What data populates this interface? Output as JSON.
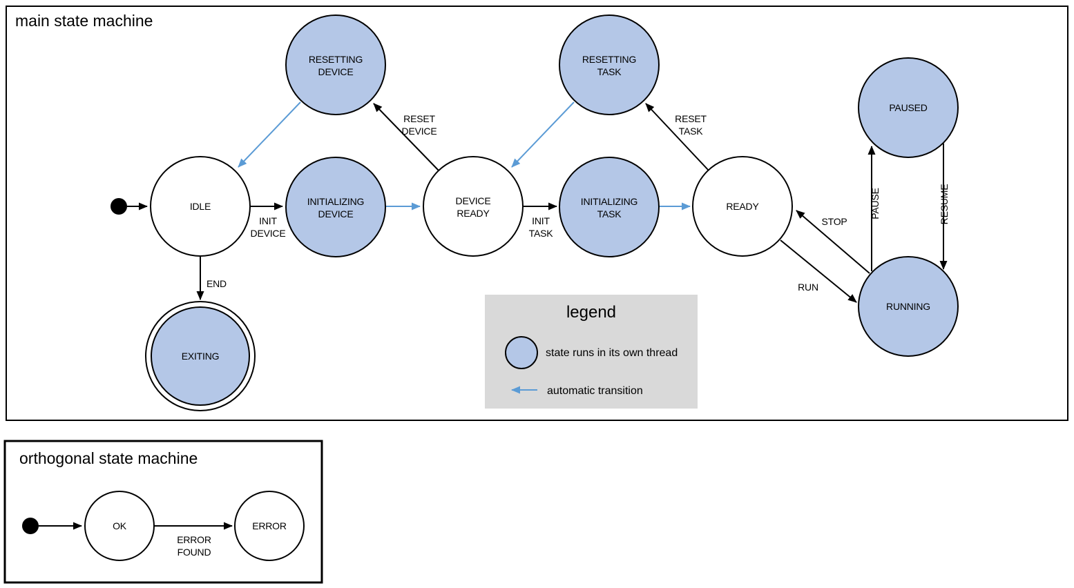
{
  "colors": {
    "threaded_state_fill": "#b4c7e7",
    "automatic_transition": "#5b9bd5",
    "legend_background": "#d9d9d9"
  },
  "main": {
    "title": "main state machine",
    "states": {
      "idle": {
        "label": "IDLE"
      },
      "resetting_device": {
        "line1": "RESETTING",
        "line2": "DEVICE"
      },
      "initializing_device": {
        "line1": "INITIALIZING",
        "line2": "DEVICE"
      },
      "device_ready": {
        "line1": "DEVICE",
        "line2": "READY"
      },
      "resetting_task": {
        "line1": "RESETTING",
        "line2": "TASK"
      },
      "initializing_task": {
        "line1": "INITIALIZING",
        "line2": "TASK"
      },
      "ready": {
        "label": "READY"
      },
      "paused": {
        "label": "PAUSED"
      },
      "running": {
        "label": "RUNNING"
      },
      "exiting": {
        "label": "EXITING"
      }
    },
    "transitions": {
      "init_device": {
        "line1": "INIT",
        "line2": "DEVICE"
      },
      "reset_device": {
        "line1": "RESET",
        "line2": "DEVICE"
      },
      "init_task": {
        "line1": "INIT",
        "line2": "TASK"
      },
      "reset_task": {
        "line1": "RESET",
        "line2": "TASK"
      },
      "end": {
        "label": "END"
      },
      "run": {
        "label": "RUN"
      },
      "stop": {
        "label": "STOP"
      },
      "pause": {
        "label": "PAUSE"
      },
      "resume": {
        "label": "RESUME"
      }
    }
  },
  "legend": {
    "title": "legend",
    "threaded_state_label": "state runs in its own thread",
    "automatic_transition_label": "automatic transition"
  },
  "orthogonal": {
    "title": "orthogonal state machine",
    "states": {
      "ok": {
        "label": "OK"
      },
      "error": {
        "label": "ERROR"
      }
    },
    "transitions": {
      "error_found": {
        "line1": "ERROR",
        "line2": "FOUND"
      }
    }
  }
}
